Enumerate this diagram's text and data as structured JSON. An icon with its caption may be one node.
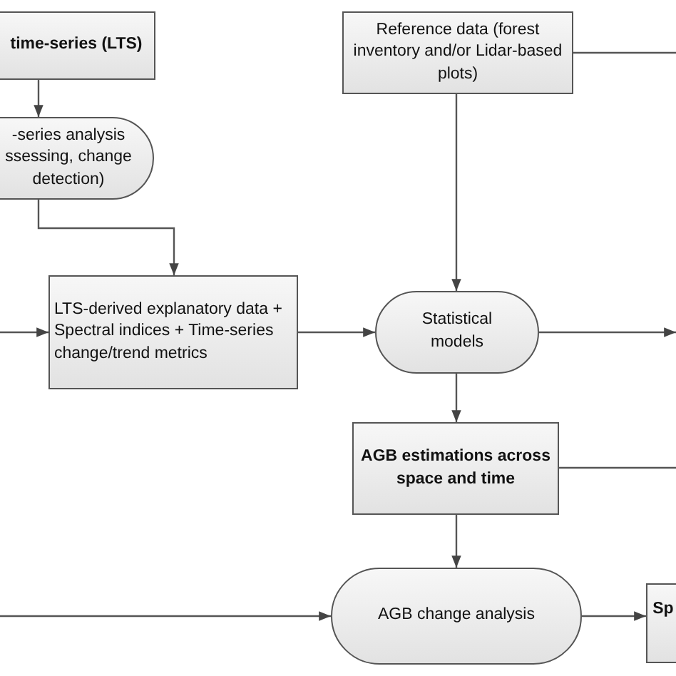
{
  "diagram": {
    "nodes": [
      {
        "text": [
          "time-series (LTS)"
        ]
      },
      {
        "text": [
          "-series analysis ssessing, change detection)"
        ]
      },
      {
        "text": [
          "Reference data (forest inventory and/or Lidar-based plots)"
        ]
      },
      {
        "text": [
          "LTS-derived explanatory data + Spectral indices + Time-series change/trend metrics"
        ]
      },
      {
        "text": [
          "Statistical models"
        ]
      },
      {
        "text": [
          "AGB estimations across space and time"
        ]
      },
      {
        "text": [
          "AGB change analysis"
        ]
      },
      {
        "text": [
          "Sp"
        ]
      }
    ],
    "edges": [
      {
        "from": 0,
        "to": 1,
        "arrow": "to"
      },
      {
        "from": 1,
        "to": 3,
        "arrow": "to"
      },
      {
        "from": null,
        "to": 3,
        "arrow": "to"
      },
      {
        "from": 3,
        "to": 4,
        "arrow": "to"
      },
      {
        "from": 2,
        "to": 4,
        "arrow": "to"
      },
      {
        "from": 2,
        "to": null,
        "arrow": "none"
      },
      {
        "from": 4,
        "to": null,
        "arrow": "to"
      },
      {
        "from": 4,
        "to": 5,
        "arrow": "to"
      },
      {
        "from": 5,
        "to": null,
        "arrow": "none"
      },
      {
        "from": 5,
        "to": 6,
        "arrow": "to"
      },
      {
        "from": null,
        "to": 6,
        "arrow": "to"
      },
      {
        "from": 6,
        "to": 7,
        "arrow": "to"
      }
    ]
  }
}
